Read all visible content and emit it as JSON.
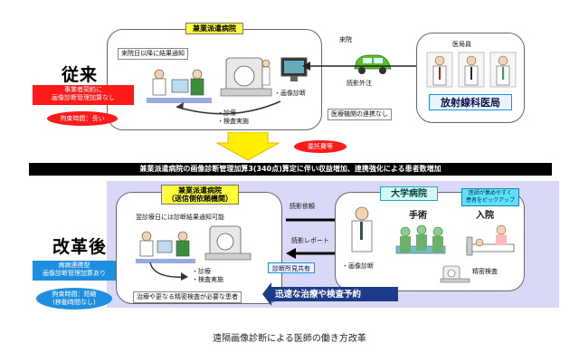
{
  "top": {
    "hospital_label": "兼業派遣病院",
    "note_result": "来院日以降に結果通知",
    "visit_label": "来院",
    "doctor_title": "医局員",
    "radiology_label": "放射線科医局",
    "dispatch_label": "読影外注",
    "image_diag": "・画像診断",
    "exam_items": [
      "・診療",
      "・検査実施"
    ],
    "no_link": "医療機関の連携なし",
    "juurai": "従来",
    "cost_red": [
      "事業者契約に",
      "画像診断管理加算なし"
    ],
    "time_oval": "拘束時間：長い"
  },
  "arrow_label": "委託費等",
  "banner": "兼業派遣病院の画像診断管理加算3(340点)算定に伴い収益増加、連携強化による患者数増加",
  "bottom": {
    "hospital_label": [
      "兼業派遣病院",
      "（送信側依頼機関）"
    ],
    "next_day": "翌診療日には診断結果通知可能",
    "read_request": "読影依頼",
    "read_report": "読影レポート",
    "image_diag": "・画像診断",
    "exam_items": [
      "・診療",
      "・検査実施"
    ],
    "findings_share": "診断所見共有",
    "univ_label": "大学病院",
    "surgery": "手術",
    "admission": "入院",
    "doctor_pick": [
      "医師が集めやすく",
      "患者をピックアップ"
    ],
    "detail_exam": "精密検査",
    "patient_note": "治療や更なる精密検査が必要な患者",
    "quick": "迅速な治療や検査予約",
    "kaikaku": "改革後",
    "cost_blue": [
      "病病連携型",
      "画像診断管理加算あり"
    ],
    "time_oval": [
      "拘束時間：短縮",
      "(移動時間なし)"
    ]
  },
  "caption": "遠隔画像診断による医師の働き方改革",
  "colors": {
    "yellow": "#ffff3a",
    "red": "#ff1a1a",
    "blue": "#1e8fe0",
    "banner_bg": "#000000",
    "lavender": "#d9d9f7",
    "car_green": "#58c12a"
  }
}
